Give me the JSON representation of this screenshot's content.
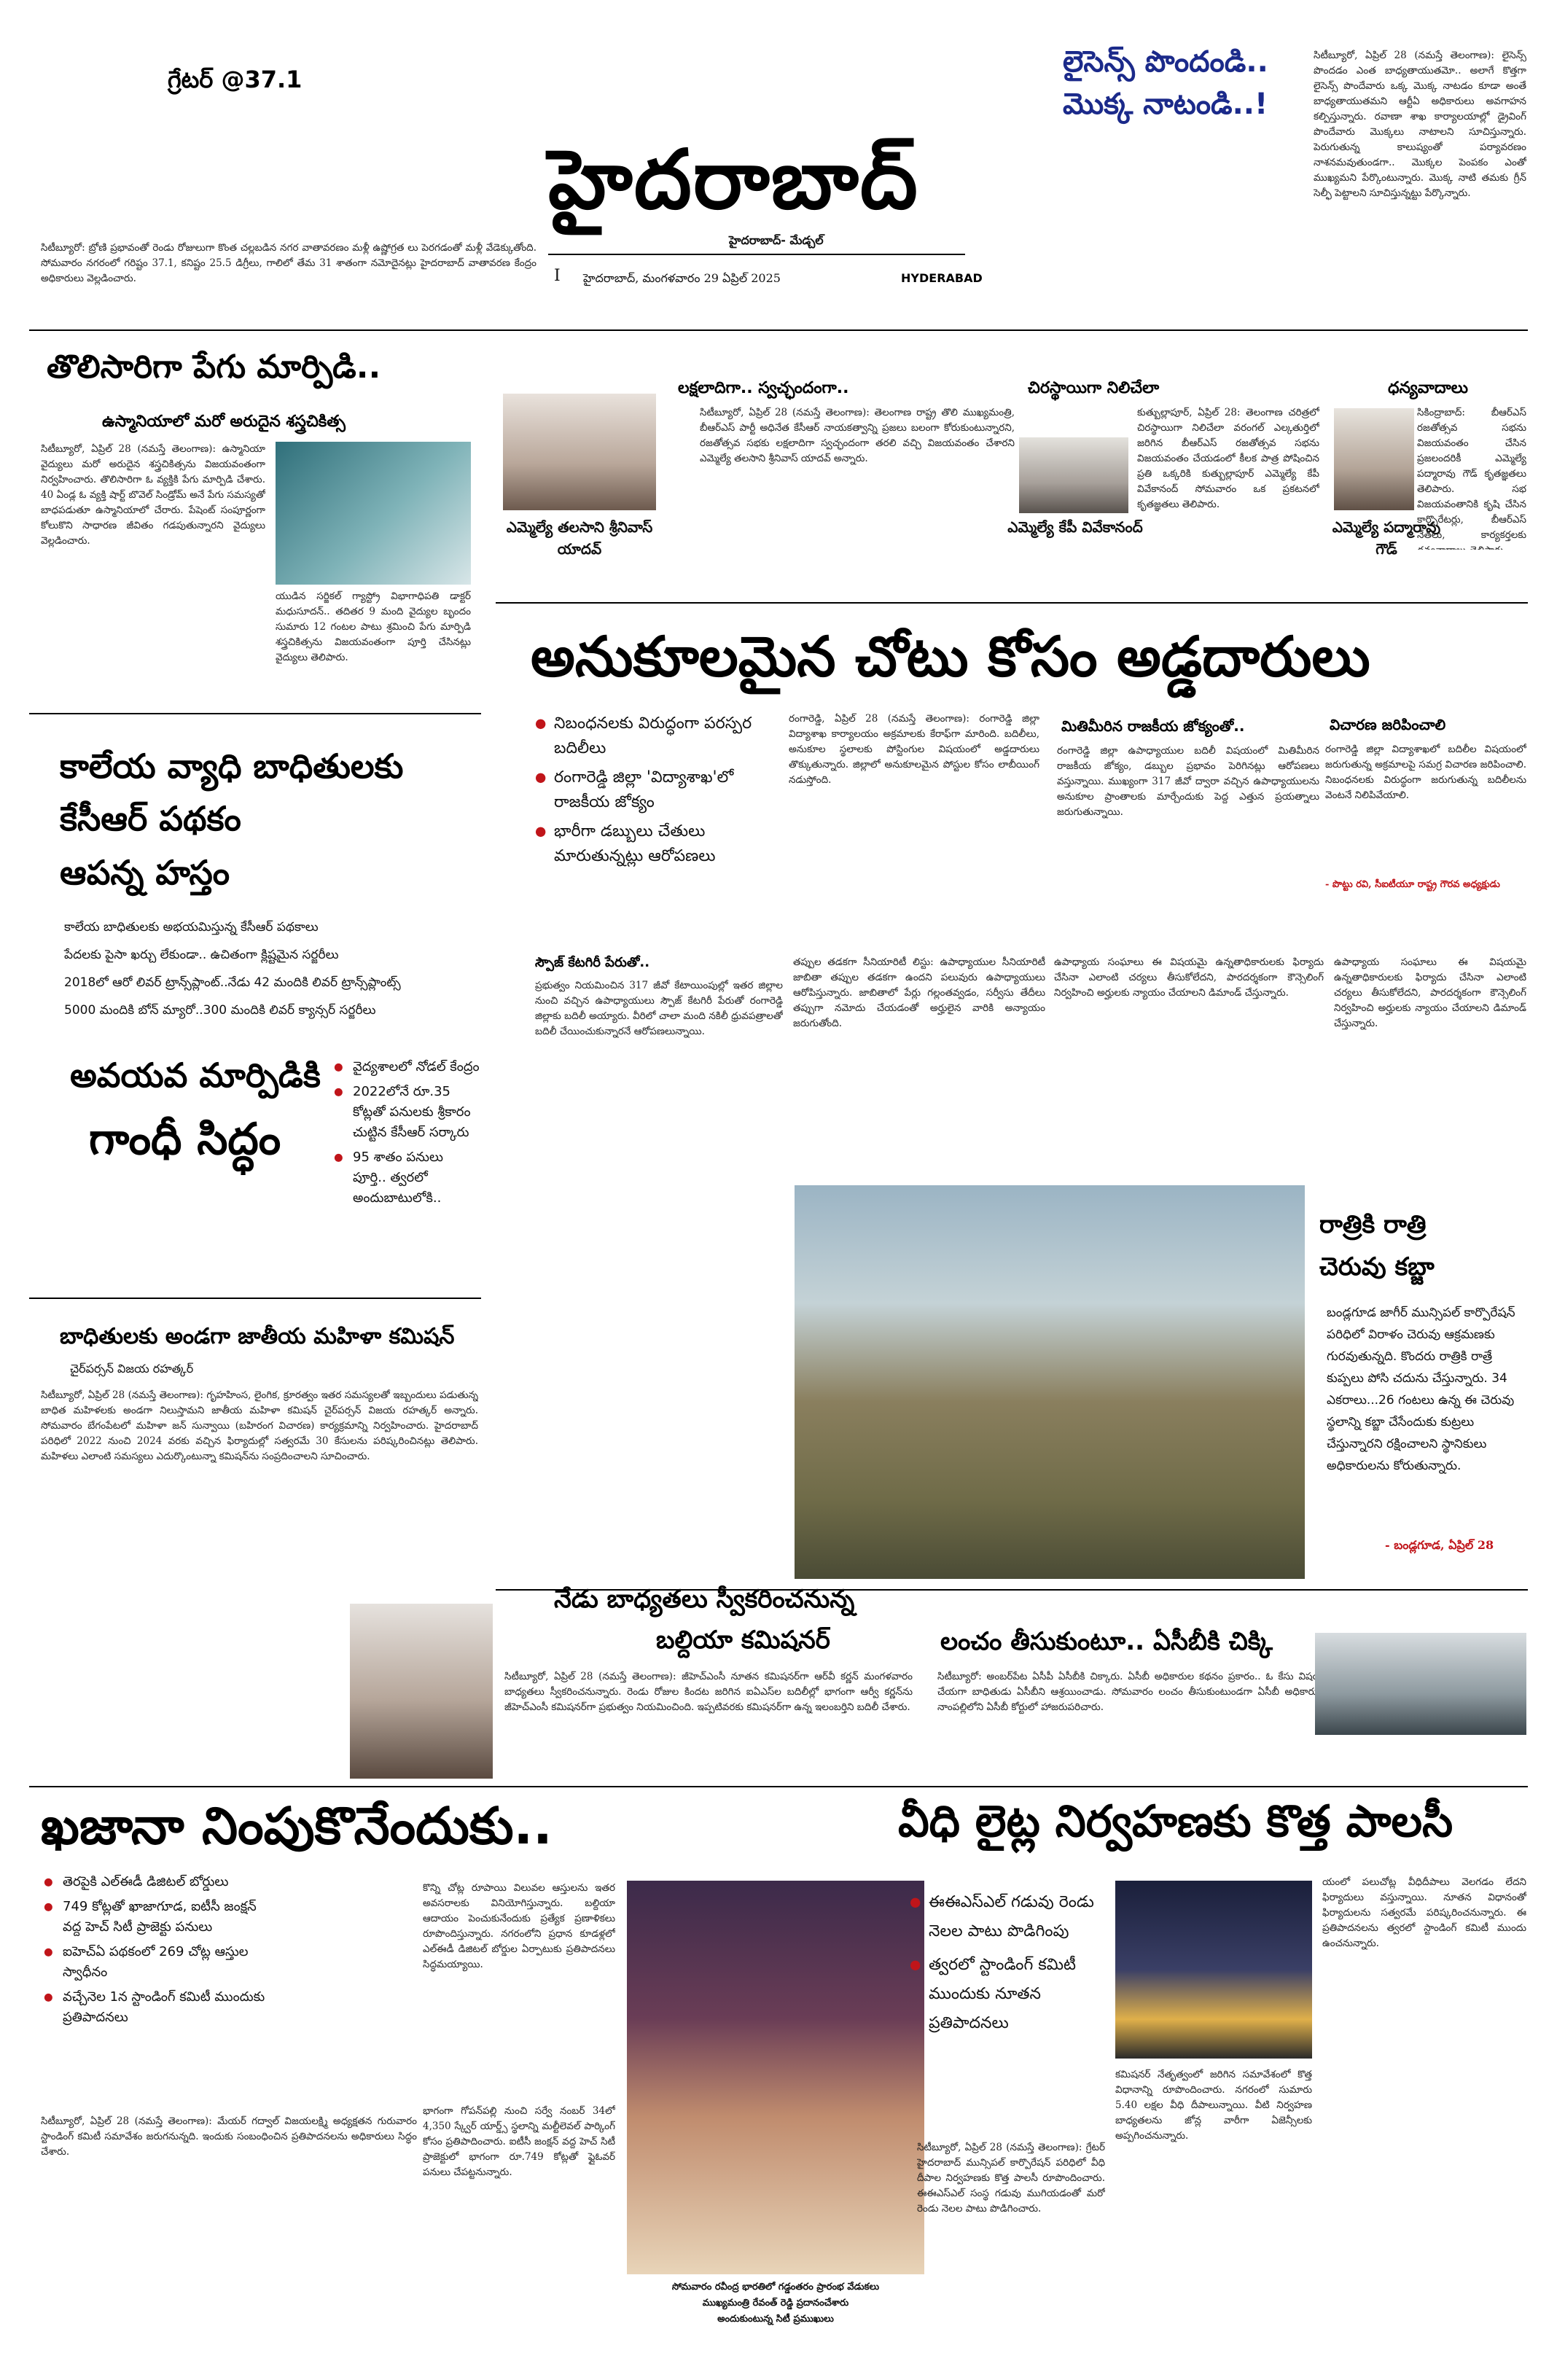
{
  "masthead": {
    "temp": "గ్రేటర్ @37.1",
    "title": "హైదరాబాద్",
    "subtitle": "హైదరాబాద్- మేడ్చల్",
    "issue_marker": "I",
    "dateline": "హైదరాబాద్, మంగళవారం 29 ఏప్రిల్ 2025",
    "edition": "HYDERABAD",
    "license_head_1": "లైసెన్స్ పొందండి..",
    "license_head_2": "మొక్క నాటండి..!",
    "weather_text": "సిటీబ్యూరో: బ్రోణి ప్రభావంతో రెండు రోజులుగా కొంత చల్లబడిన నగర వాతావరణం మళ్లీ ఉష్ణోగ్రత లు పెరగడంతో మళ్లీ వేడెక్కుతోంది. సోమవారం నగరంలో గరిష్టం 37.1, కనిష్టం 25.5 డిగ్రీలు, గాలిలో తేమ 31 శాతంగా నమోదైనట్లు హైదరాబాద్ వాతావరణ కేంద్రం అధికారులు వెల్లడించారు.",
    "license_text": "సిటీబ్యూరో, ఏప్రిల్ 28 (నమస్తే తెలంగాణ): లైసెన్స్ పొందడం ఎంత బాధ్యతాయుతమో.. అలాగే కొత్తగా లైసెన్స్ పొందేవారు ఒక్క మొక్క నాటడం కూడా అంతే బాధ్యతాయుతమని ఆర్టీఏ అధికారులు అవగాహన కల్పిస్తున్నారు. రవాణా శాఖ కార్యాలయాల్లో డ్రైవింగ్ పొందేవారు మొక్కలు నాటాలని సూచిస్తున్నారు. పెరుగుతున్న కాలుష్యంతో పర్యావరణం నాశనమవుతుండగా.. మొక్కల పెంపకం ఎంతో ముఖ్యమని పేర్కొంటున్నారు. మొక్క నాటి తమకు గ్రీన్ సెల్ఫీ పెట్టాలని సూచిస్తున్నట్టు పేర్కొన్నారు."
  },
  "story_colon": {
    "headline": "తొలిసారిగా పేగు మార్పిడి..",
    "subhead": "ఉస్మానియాలో మరో అరుదైన శస్త్రచికిత్స",
    "col1": "సిటీబ్యూరో, ఏప్రిల్ 28 (నమస్తే తెలంగాణ): ఉస్మానియా వైద్యులు మరో అరుదైన శస్త్రచికిత్సను విజయవంతంగా నిర్వహించారు. తొలిసారిగా ఓ వ్యక్తికి పేగు మార్పిడి చేశారు. 40 ఏండ్ల ఓ వ్యక్తి షార్ట్ బొవెల్ సిండ్రోమ్ అనే పేగు సమస్యతో బాధపడుతూ ఉస్మానియాలో చేరారు. పేషెంట్ సంపూర్ణంగా కోలుకొని సాధారణ జీవితం గడపుతున్నారని వైద్యులు వెల్లడించారు.",
    "col2": "యుడిన సర్జికల్ గ్యాస్ట్రో విభాగాధిపతి డాక్టర్ మధుసూదన్.. తదితర 9 మంది వైద్యుల బృందం సుమారు 12 గంటల పాటు శ్రమించి పేగు మార్పిడి శస్త్రచికిత్సను విజయవంతంగా పూర్తి చేసినట్లు వైద్యులు తెలిపారు."
  },
  "story_kaleyam": {
    "headline_1": "కాలేయ వ్యాధి బాధితులకు",
    "headline_2": "కేసీఆర్ పథకం",
    "headline_3": "ఆపన్న హస్తం",
    "kicker_1": "కాలేయ బాధితులకు అభయమిస్తున్న కేసీఆర్ పథకాలు",
    "kicker_2": "పేదలకు పైసా ఖర్చు లేకుండా.. ఉచితంగా క్లిష్టమైన సర్జరీలు",
    "kicker_3": "2018లో ఆరో లివర్ ట్రాన్స్‌ప్లాంట్..నేడు 42 మందికి లివర్ ట్రాన్స్‌ప్లాంట్స్",
    "kicker_4": "5000 మందికి బోన్ మ్యారో..300 మందికి లివర్ క్యాన్సర్ సర్జరీలు"
  },
  "story_avayava": {
    "headline_1": "అవయవ మార్పిడికి",
    "headline_2": "గాంధీ సిద్ధం",
    "bullets": [
      "వైద్యశాలలో నోడల్ కేంద్రం",
      "2022లోనే రూ.35 కోట్లతో పనులకు శ్రీకారం చుట్టిన కేసీఆర్ సర్కారు",
      "95 శాతం పనులు పూర్తి.. త్వరలో అందుబాటులోకి.."
    ]
  },
  "story_mahila": {
    "headline": "బాధితులకు అండగా జాతీయ మహిళా కమిషన్",
    "byline": "చైర్‌పర్సన్ విజయ రహత్కర్",
    "text": "సిటీబ్యూరో, ఏప్రిల్ 28 (నమస్తే తెలంగాణ): గృహహింస, లైంగిక, క్రూరత్వం ఇతర సమస్యలతో ఇబ్బందులు పడుతున్న బాధిత మహిళలకు అండగా నిలుస్తామని జాతీయ మహిళా కమిషన్ చైర్‌పర్సన్ విజయ రహత్కర్ అన్నారు. సోమవారం బేగంపేటలో మహిళా జన్ సున్వాయి (బహిరంగ విచారణ) కార్యక్రమాన్ని నిర్వహించారు. హైదరాబాద్ పరిధిలో 2022 నుంచి 2024 వరకు వచ్చిన ఫిర్యాదుల్లో సత్వరమే 30 కేసులను పరిష్కరించినట్లు తెలిపారు. మహిళలు ఎలాంటి సమస్యలు ఎదుర్కొంటున్నా కమిషన్‌ను సంప్రదించాలని సూచించారు."
  },
  "story_lakshaladi": {
    "title": "లక్షలాదిగా.. స్వచ్ఛందంగా..",
    "text": "సిటీబ్యూరో, ఏప్రిల్ 28 (నమస్తే తెలంగాణ): తెలంగాణ రాష్ట్ర తొలి ముఖ్యమంత్రి, బీఆర్‌ఎస్ పార్టీ అధినేత కేసీఆర్ నాయకత్వాన్ని ప్రజలు బలంగా కోరుకుంటున్నారని, రజతోత్సవ సభకు లక్షలాదిగా స్వచ్ఛందంగా తరలి వచ్చి విజయవంతం చేశారని ఎమ్మెల్యే తలసాని శ్రీనివాస్ యాదవ్ అన్నారు.",
    "caption": "ఎమ్మెల్యే తలసాని శ్రీనివాస్ యాదవ్"
  },
  "story_chiranjeevi": {
    "title": "చిరస్థాయిగా నిలిచేలా",
    "text": "కుత్బుల్లాపూర్, ఏప్రిల్ 28: తెలంగాణ చరిత్రలో చిరస్థాయిగా నిలిచేలా వరంగల్ ఎల్కతుర్తిలో జరిగిన బీఆర్‌ఎస్ రజతోత్సవ సభను విజయవంతం చేయడంలో కీలక పాత్ర పోషించిన ప్రతి ఒక్కరికి కుత్బుల్లాపూర్ ఎమ్మెల్యే కేపీ వివేకానంద్ సోమవారం ఒక ప్రకటనలో కృతజ్ఞతలు తెలిపారు.",
    "caption": "ఎమ్మెల్యే కేపీ వివేకానంద్"
  },
  "story_dhanyavadalu": {
    "title": "ధన్యవాదాలు",
    "text": "సికింద్రాబాద్: బీఆర్‌ఎస్ రజతోత్సవ సభను విజయవంతం చేసిన ప్రజలందరికీ ఎమ్మెల్యే పద్మారావు గౌడ్ కృతజ్ఞతలు తెలిపారు. సభ విజయవంతానికి కృషి చేసిన కార్పొరేటర్లు, బీఆర్‌ఎస్ నేతలు, కార్యకర్తలకు ధన్యవాదాలు తెలిపారు.",
    "caption": "ఎమ్మెల్యే పద్మారావు గౌడ్"
  },
  "story_main": {
    "headline": "అనుకూలమైన చోటు కోసం అడ్డదారులు",
    "bullets": [
      "నిబంధనలకు విరుద్ధంగా పరస్పర బదిలీలు",
      "రంగారెడ్డి జిల్లా 'విద్యాశాఖ'లో రాజకీయ జోక్యం",
      "భారీగా డబ్బులు చేతులు మారుతున్నట్లు ఆరోపణలు"
    ],
    "col1": "రంగారెడ్డి, ఏప్రిల్ 28 (నమస్తే తెలంగాణ): రంగారెడ్డి జిల్లా విద్యాశాఖ కార్యాలయం అక్రమాలకు కేరాఫ్‌గా మారింది. బదిలీలు, అనుకూల స్థలాలకు పోస్టింగుల విషయంలో అడ్డదారులు తొక్కుతున్నారు. జిల్లాలో అనుకూలమైన పోస్టుల కోసం లాబీయింగ్ నడుస్తోంది.",
    "subhead_1": "మితిమీరిన రాజకీయ జోక్యంతో..",
    "col2": "రంగారెడ్డి జిల్లా ఉపాధ్యాయుల బదిలీ విషయంలో మితిమీరిన రాజకీయ జోక్యం, డబ్బుల ప్రభావం పెరిగినట్లు ఆరోపణలు వస్తున్నాయి. ముఖ్యంగా 317 జీవో ద్వారా వచ్చిన ఉపాధ్యాయులను అనుకూల ప్రాంతాలకు మార్చేందుకు పెద్ద ఎత్తున ప్రయత్నాలు జరుగుతున్నాయి.",
    "subhead_2": "విచారణ జరిపించాలి",
    "col3": "రంగారెడ్డి జిల్లా విద్యాశాఖలో బదిలీల విషయంలో జరుగుతున్న అక్రమాలపై సమగ్ర విచారణ జరిపించాలి. నిబంధనలకు విరుద్ధంగా జరుగుతున్న బదిలీలను వెంటనే నిలిపివేయాలి.",
    "quote_by": "- పొట్టు రవి, సీఐటీయూ రాష్ట్ర గౌరవ అధ్యక్షుడు",
    "small_head": "స్పౌజ్ కేటగిరీ పేరుతో..",
    "col4": "ప్రభుత్వం నియమించిన 317 జీవో కేటాయింపుల్లో ఇతర జిల్లాల నుంచి వచ్చిన ఉపాధ్యాయులు స్పౌజ్ కేటగిరీ పేరుతో రంగారెడ్డి జిల్లాకు బదిలీ అయ్యారు. వీరిలో చాలా మంది నకిలీ ధ్రువపత్రాలతో బదిలీ చేయించుకున్నారనే ఆరోపణలున్నాయి.",
    "col5": "తప్పుల తడకగా సీనియారిటీ లిస్టు: ఉపాధ్యాయుల సీనియారిటీ జాబితా తప్పుల తడకగా ఉందని పలువురు ఉపాధ్యాయులు ఆరోపిస్తున్నారు. జాబితాలో పేర్లు గల్లంతవ్వడం, సర్వీసు తేదీలు తప్పుగా నమోదు చేయడంతో అర్హులైన వారికి అన్యాయం జరుగుతోంది.",
    "col6": "ఉపాధ్యాయ సంఘాలు ఈ విషయమై ఉన్నతాధికారులకు ఫిర్యాదు చేసినా ఎలాంటి చర్యలు తీసుకోలేదని, పారదర్శకంగా కౌన్సెలింగ్ నిర్వహించి అర్హులకు న్యాయం చేయాలని డిమాండ్ చేస్తున్నారు."
  },
  "story_cheruvu": {
    "headline_1": "రాత్రికి రాత్రి",
    "headline_2": "చెరువు కబ్జా",
    "text": "బండ్లగూడ జాగీర్ మున్సిపల్ కార్పొరేషన్ పరిధిలో విరాళం చెరువు ఆక్రమణకు గురవుతున్నది. కొందరు రాత్రికి రాత్రే కుప్పలు పోసి చదును చేస్తున్నారు. 34 ఎకరాలు...26 గంటలు ఉన్న ఈ చెరువు స్థలాన్ని కబ్జా చేసేందుకు కుట్రలు చేస్తున్నారని రక్షించాలని స్థానికులు అధికారులను కోరుతున్నారు.",
    "dateline": "- బండ్లగూడ, ఏప్రిల్ 28"
  },
  "story_baldia": {
    "headline_1": "నేడు బాధ్యతలు స్వీకరించనున్న",
    "headline_2": "బల్దియా కమిషనర్",
    "text": "సిటీబ్యూరో, ఏప్రిల్ 28 (నమస్తే తెలంగాణ): జీహెచ్‌ఎంసీ నూతన కమిషనర్‌గా ఆర్‌వీ కర్ణన్ మంగళవారం బాధ్యతలు స్వీకరించనున్నారు. రెండు రోజుల కిందట జరిగిన ఐఏఎస్‌ల బదిలీల్లో భాగంగా ఆర్వీ కర్ణన్‌ను జీహెచ్‌ఎంసీ కమిషనర్‌గా ప్రభుత్వం నియమించింది. ఇప్పటివరకు కమిషనర్‌గా ఉన్న ఇలంబర్తిని బదిలీ చేశారు."
  },
  "story_acb": {
    "headline": "లంచం తీసుకుంటూ.. ఏసీబీకి చిక్కి",
    "text": "సిటీబ్యూరో: అంబర్‌పేట ఏసీపీ ఏసీబీకి చిక్కారు. ఏసీబీ అధికారుల కథనం ప్రకారం.. ఓ కేసు విషయంలో ఫిర్యాదుదారు నుంచి లంచం డిమాండ్ చేయగా బాధితుడు ఏసీబీని ఆశ్రయించాడు. సోమవారం లంచం తీసుకుంటుండగా ఏసీబీ అధికారులు రెడ్‌హ్యాండెడ్‌గా పట్టుకున్నారు. అనంతరం నాంపల్లిలోని ఏసీబీ కోర్టులో హాజరుపరిచారు."
  },
  "story_khajana": {
    "headline": "ఖజానా నింపుకొనేందుకు..",
    "bullets": [
      "తెరపైకి ఎల్‌ఈడీ డిజిటల్ బోర్డులు",
      "749 కోట్లతో ఖాజాగూడ, ఐటీసీ జంక్షన్ వద్ద హెచ్ సిటీ ప్రాజెక్టు పనులు",
      "ఐహెచ్‌ఏ పథకంలో 269 చోట్ల ఆస్తుల స్వాధీనం",
      "వచ్చేనెల 1న స్టాండింగ్ కమిటీ ముందుకు ప్రతిపాదనలు"
    ],
    "col1": "సిటీబ్యూరో, ఏప్రిల్ 28 (నమస్తే తెలంగాణ): మేయర్ గద్వాల్ విజయలక్ష్మి అధ్యక్షతన గురువారం స్టాండింగ్ కమిటీ సమావేశం జరుగనున్నది. ఇందుకు సంబంధించిన ప్రతిపాదనలను అధికారులు సిద్ధం చేశారు.",
    "col2": "కొన్ని చోట్ల రూపాయి విలువల ఆస్తులను ఇతర అవసరాలకు వినియోగిస్తున్నారు. బల్దియా ఆదాయం పెంచుకునేందుకు ప్రత్యేక ప్రణాళికలు రూపొందిస్తున్నారు. నగరంలోని ప్రధాన కూడళ్లలో ఎల్‌ఈడీ డిజిటల్ బోర్డుల ఏర్పాటుకు ప్రతిపాదనలు సిద్ధమయ్యాయి.",
    "col3": "భాగంగా గోపన్‌పల్లి నుంచి సర్వే నంబర్ 34లో 4,350 స్క్వేర్ యార్డ్స్ స్థలాన్ని మల్టీలెవల్ పార్కింగ్ కోసం ప్రతిపాదించారు. ఐటీసీ జంక్షన్ వద్ద హెచ్ సిటీ ప్రాజెక్టులో భాగంగా రూ.749 కోట్లతో ఫ్లైఓవర్ పనులు చేపట్టనున్నారు.",
    "caption_1": "సోమవారం రవీంద్ర భారతిలో గడ్డంతరం ప్రారంభ వేడుకలు",
    "caption_2": "ముఖ్యమంత్రి రేవంత్ రెడ్డి ప్రదానంచేశారు",
    "caption_3": "అందుకుంటున్న సిటీ ప్రముఖులు"
  },
  "story_veedhi": {
    "headline": "వీధి లైట్ల నిర్వహణకు కొత్త పాలసీ",
    "bullets": [
      "ఈఈఎస్‌ఎల్ గడువు రెండు నెలల పాటు పొడిగింపు",
      "త్వరలో స్టాండింగ్ కమిటీ ముందుకు నూతన ప్రతిపాదనలు"
    ],
    "col1": "సిటీబ్యూరో, ఏప్రిల్ 28 (నమస్తే తెలంగాణ): గ్రేటర్ హైదరాబాద్ మున్సిపల్ కార్పొరేషన్ పరిధిలో వీధి దీపాల నిర్వహణకు కొత్త పాలసీ రూపొందించారు. ఈఈఎస్‌ఎల్ సంస్థ గడువు ముగియడంతో మరో రెండు నెలల పాటు పొడిగించారు.",
    "col2": "కమిషనర్ నేతృత్వంలో జరిగిన సమావేశంలో కొత్త విధానాన్ని రూపొందించారు. నగరంలో సుమారు 5.40 లక్షల వీధి దీపాలున్నాయి. వీటి నిర్వహణ బాధ్యతలను జోన్ల వారీగా ఏజెన్సీలకు అప్పగించనున్నారు.",
    "col3": "యంలో పలుచోట్ల వీధిదీపాలు వెలగడం లేదని ఫిర్యాదులు వస్తున్నాయి. నూతన విధానంతో ఫిర్యాదులను సత్వరమే పరిష్కరించనున్నారు. ఈ ప్రతిపాదనలను త్వరలో స్టాండింగ్ కమిటీ ముందు ఉంచనున్నారు."
  }
}
